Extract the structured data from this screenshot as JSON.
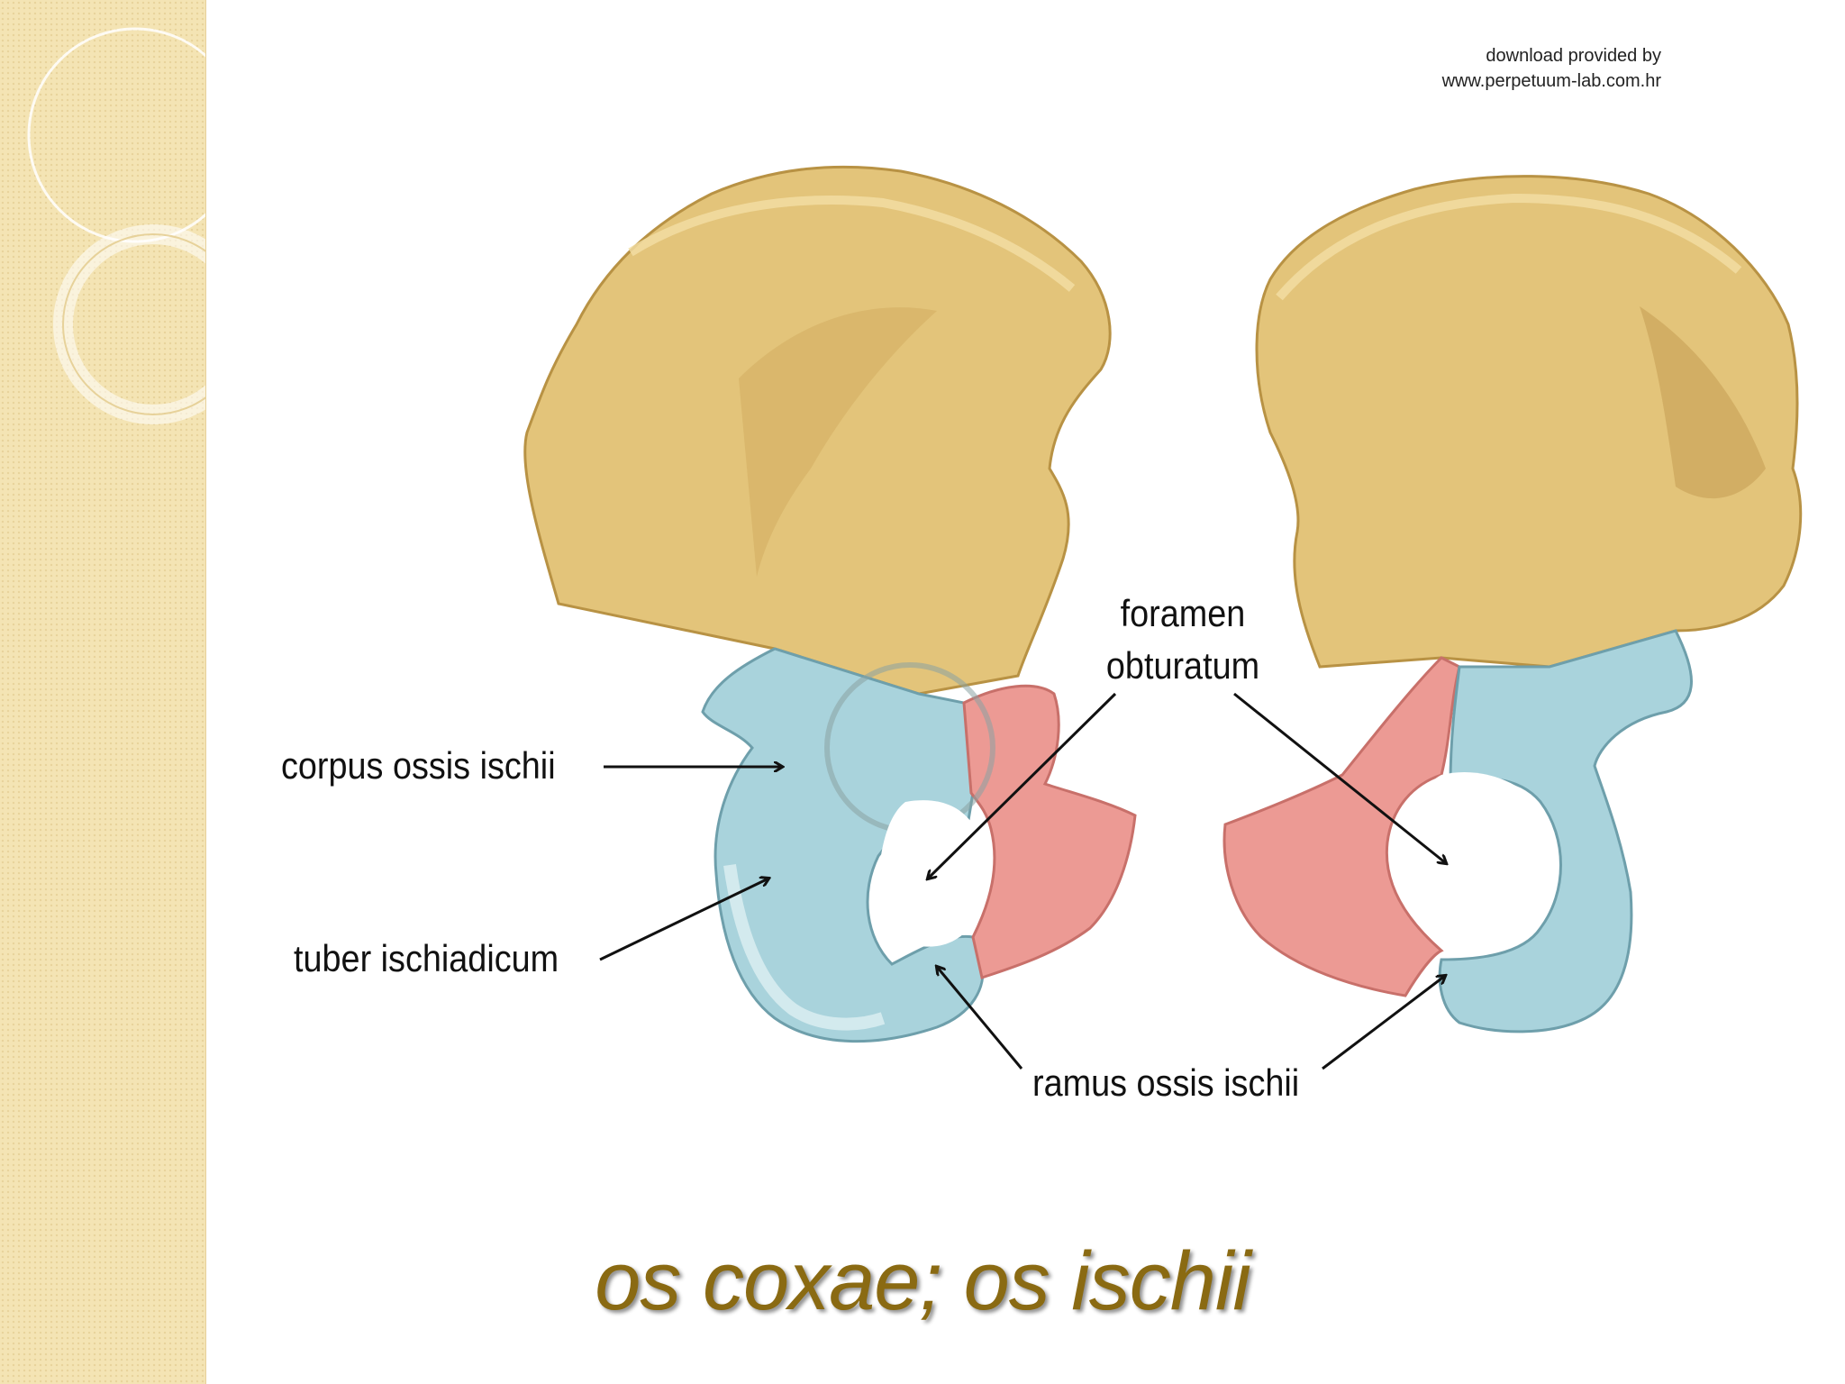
{
  "credit": {
    "line1": "download provided by",
    "line2": "www.perpetuum-lab.com.hr"
  },
  "labels": {
    "foramen_line1": "foramen",
    "foramen_line2": "obturatum",
    "corpus": "corpus ossis ischii",
    "tuber": "tuber ischiadicum",
    "ramus": "ramus ossis ischii"
  },
  "title": "os coxae; os ischii",
  "colors": {
    "ilium": "#e3c47a",
    "ischium": "#a9d3dc",
    "pubis": "#ec9a94",
    "strip": "#f4e4b4",
    "title": "#8a6a12"
  }
}
